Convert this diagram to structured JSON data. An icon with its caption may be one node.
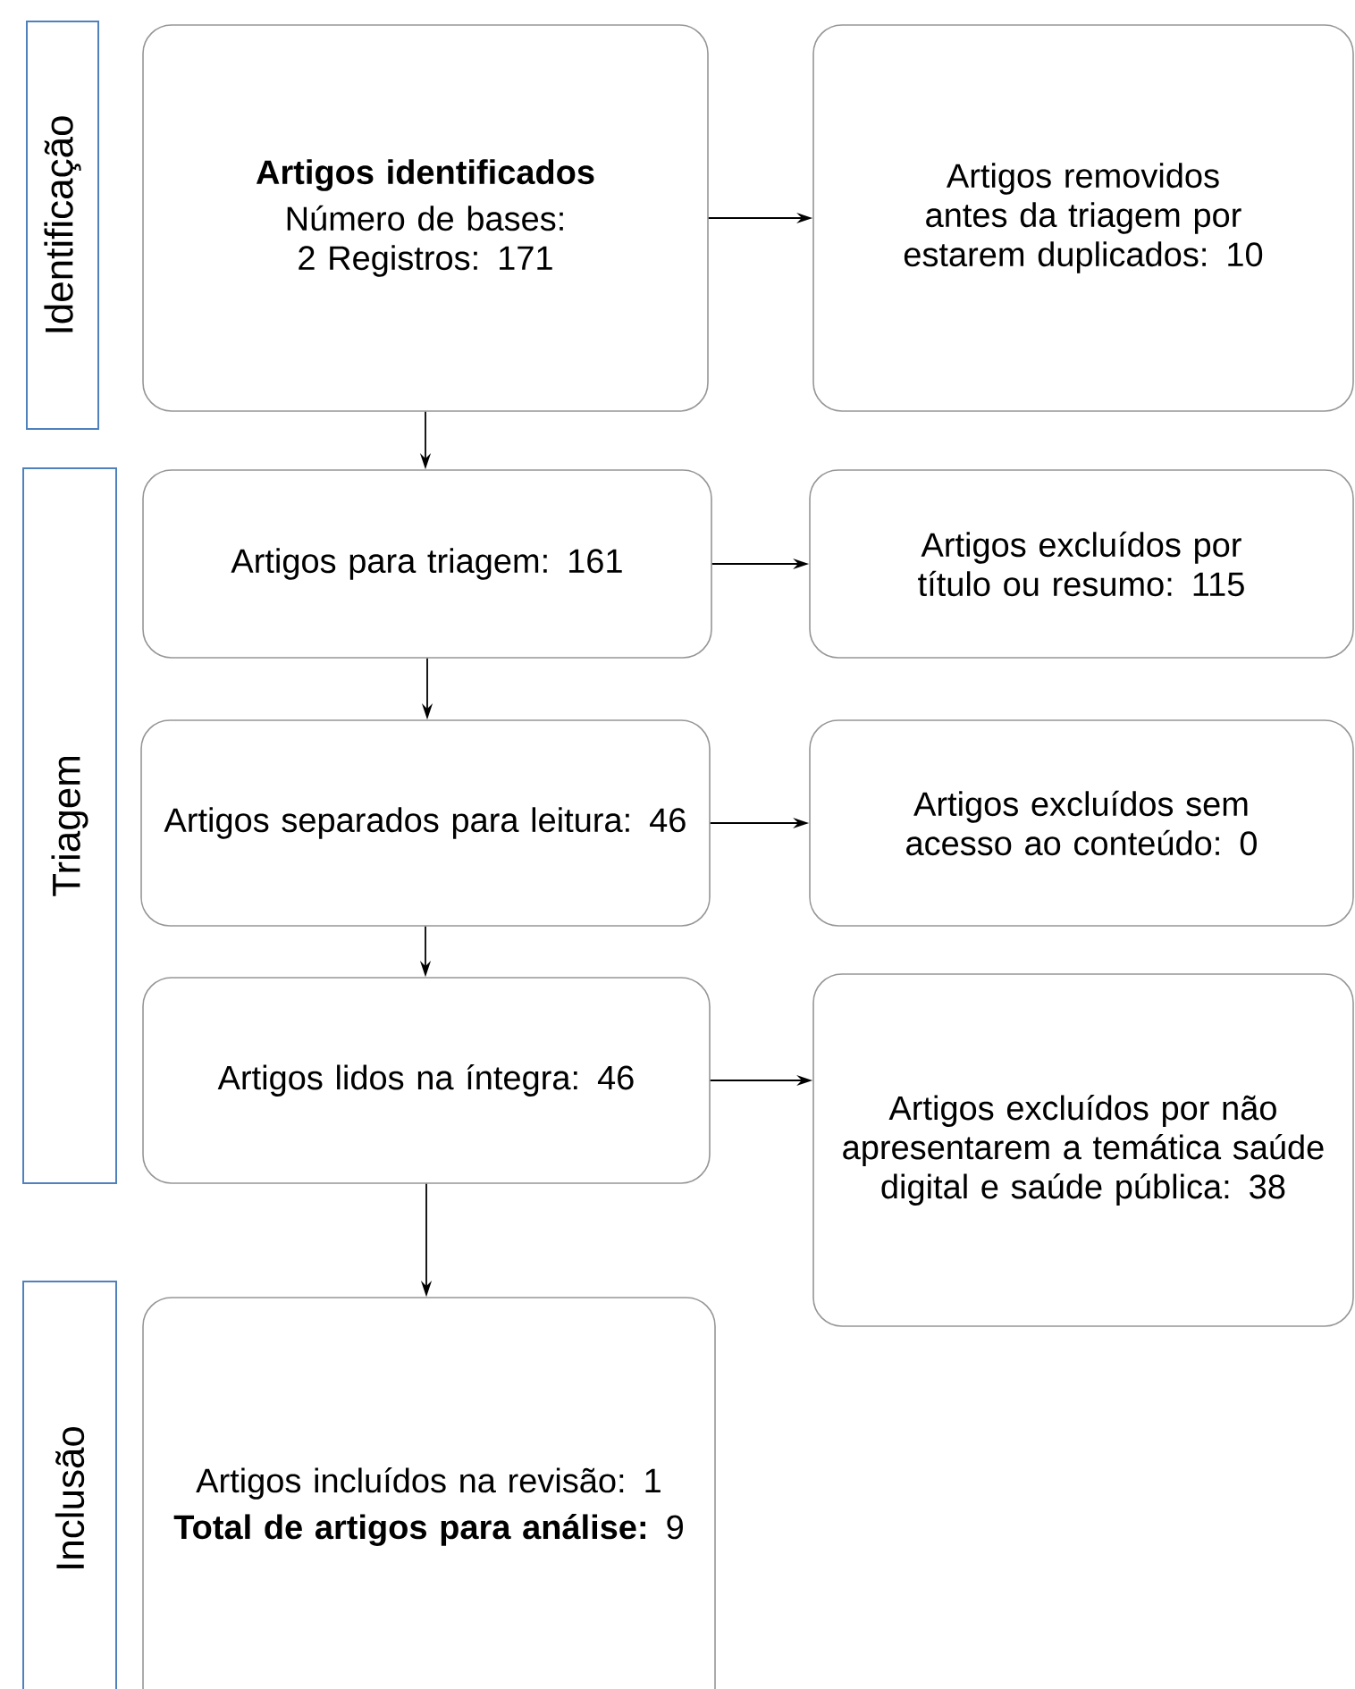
{
  "diagram": {
    "nodes": [
      {
        "text": [
          "Identificação"
        ]
      },
      {
        "text": [
          "Artigos identificados",
          "Número de bases: 2 Registros: 171"
        ]
      },
      {
        "text": [
          "Artigos removidos antes da triagem por estarem duplicados: 10"
        ]
      },
      {
        "text": [
          "Triagem"
        ]
      },
      {
        "text": [
          "Artigos para triagem: 161"
        ]
      },
      {
        "text": [
          "Artigos excluídos por título ou resumo: 115"
        ]
      },
      {
        "text": [
          "Artigos separados para leitura: 46"
        ]
      },
      {
        "text": [
          "Artigos excluídos sem acesso ao conteúdo: 0"
        ]
      },
      {
        "text": [
          "Artigos lidos na íntegra: 46"
        ]
      },
      {
        "text": [
          "Artigos excluídos por não apresentarem a temática saúde digital e saúde pública: 38"
        ]
      },
      {
        "text": [
          "Inclusão"
        ]
      },
      {
        "text": [
          "Artigos incluídos na revisão: 1",
          "**Total de artigos para análise:** 9"
        ]
      }
    ],
    "edges": [
      {
        "from": 1,
        "to": 2,
        "arrow": "to"
      },
      {
        "from": 1,
        "to": 4,
        "arrow": "to"
      },
      {
        "from": 4,
        "to": 5,
        "arrow": "to"
      },
      {
        "from": 4,
        "to": 6,
        "arrow": "to"
      },
      {
        "from": 6,
        "to": 7,
        "arrow": "to"
      },
      {
        "from": 6,
        "to": 8,
        "arrow": "to"
      },
      {
        "from": 8,
        "to": 9,
        "arrow": "to"
      },
      {
        "from": 8,
        "to": 11,
        "arrow": "to"
      }
    ]
  }
}
